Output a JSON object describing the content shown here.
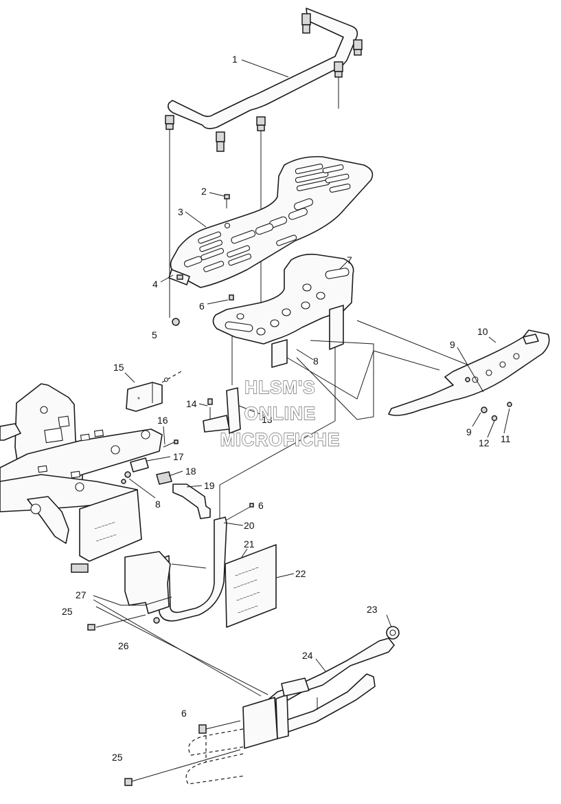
{
  "watermark": {
    "line1": "HLSM'S",
    "line2": "ONLINE",
    "line3": "MICROFICHE"
  },
  "callouts": [
    {
      "id": "c1",
      "label": "1"
    },
    {
      "id": "c2",
      "label": "2"
    },
    {
      "id": "c3",
      "label": "3"
    },
    {
      "id": "c4",
      "label": "4"
    },
    {
      "id": "c5",
      "label": "5"
    },
    {
      "id": "c6a",
      "label": "6"
    },
    {
      "id": "c7",
      "label": "7"
    },
    {
      "id": "c8a",
      "label": "8"
    },
    {
      "id": "c9a",
      "label": "9"
    },
    {
      "id": "c10",
      "label": "10"
    },
    {
      "id": "c9b",
      "label": "9"
    },
    {
      "id": "c11",
      "label": "11"
    },
    {
      "id": "c12",
      "label": "12"
    },
    {
      "id": "c13",
      "label": "13"
    },
    {
      "id": "c14",
      "label": "14"
    },
    {
      "id": "c15",
      "label": "15"
    },
    {
      "id": "c16",
      "label": "16"
    },
    {
      "id": "c17",
      "label": "17"
    },
    {
      "id": "c18",
      "label": "18"
    },
    {
      "id": "c19",
      "label": "19"
    },
    {
      "id": "c8b",
      "label": "8"
    },
    {
      "id": "c6b",
      "label": "6"
    },
    {
      "id": "c20",
      "label": "20"
    },
    {
      "id": "c21",
      "label": "21"
    },
    {
      "id": "c22",
      "label": "22"
    },
    {
      "id": "c27",
      "label": "27"
    },
    {
      "id": "c25a",
      "label": "25"
    },
    {
      "id": "c26",
      "label": "26"
    },
    {
      "id": "c23",
      "label": "23"
    },
    {
      "id": "c24",
      "label": "24"
    },
    {
      "id": "c6c",
      "label": "6"
    },
    {
      "id": "c25b",
      "label": "25"
    }
  ]
}
